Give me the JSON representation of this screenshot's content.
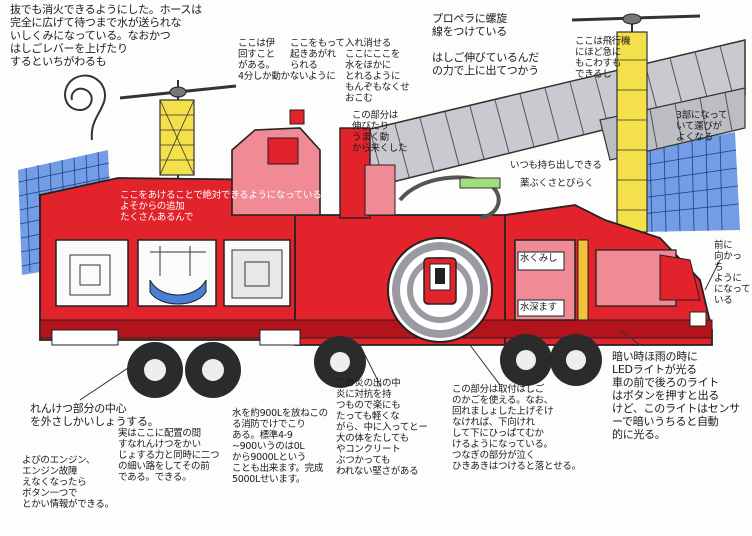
{
  "notes": {
    "top_left": "抜でも消火できるようにした。ホースは\n完全に広げて待つまで水が送られな\nいしくみになっている。なおかつ\nはしごレバーを上げたり\nするといちがわるも",
    "left_panel": "ここは伊\n回すこと\nがある。\n4分しか動かないように",
    "hook_note": "ここをもって\n起きあがれ\nられる",
    "center_top": "入れ消せる\nここにここを\n水をほかに\nとれるように\nもんぞもなくせ\nおこむ",
    "propeller_note": "プロペラに螺旋\n線をつけている\n\nはしご伸びているんだ\nの力で上に出てつかう",
    "flight_note": "ここは飛行機\nにほど急に\nもこわすも\nできるし",
    "right_top": "3部になって\nいて運びが\nよくなる",
    "ladder_note": "この部分は\n伸びたり\nうまく動\nから来くした",
    "under_ladder": "いつも持ち出しできる",
    "small_tag": "薬ぶくさとびらく",
    "cab_note": "前に\n向かっ\nち\nように\nになって\nいる",
    "body_banner": "ここをあけることで絶対できるようになっている\nよそからの追加\nたくさんあるんで",
    "bottom_1": "れんけつ部分の中心\nを外さしかいしょうする。",
    "bottom_2": "よびのエンジン、\nエンジン故障\nえなくなったら\nボタン一つで\nとかい情報ができる。",
    "bottom_3": "実はここに配置の間\nすなれんけつをかい\nじょする力と同時に二つ\nの細い路をしてその前\nである。できる。",
    "bottom_4": "水を約900Lを放ねこの\nる消防でけでこり\nある。標準4-9\n~900いうのは0L\nから9000Lという\nことも出来ます。完成\n5000Lせいます。",
    "bottom_5": "この炎の出の中\n炎に対抗を持\nつもので楽にも\nたっても軽くな\nがら、中に入ってとー\n大の体をたしても\nやコンクリート\nぶつかっても\nわれない堅さがある",
    "bottom_6": "この部分は取付はしご\nのかごを使える。なお、\n回れましょした上げそけ\nなければ、下向けれ\nして下にひっぱてむか\nけるようになっている。\nつなぎの部分が泣く\nひきあきはつけると落とせる。",
    "bottom_7": "暗い時ほ雨の時に\nLEDライトが光る\n車の前で後ろのライト\nはボタンを押すと出る\nけど、このライトはセンサ\nーで暗いうちると自動\n的に光る。",
    "tag_1": "水くみし",
    "tag_2": "水深ます"
  },
  "colors": {
    "body_red": "#e3232c",
    "dark_red": "#b3141c",
    "pink": "#f08a94",
    "yellow": "#f4e04a",
    "grid_blue": "#4a7fd6",
    "ladder_gray": "#9a9aa0",
    "tire": "#2b2b2b"
  }
}
